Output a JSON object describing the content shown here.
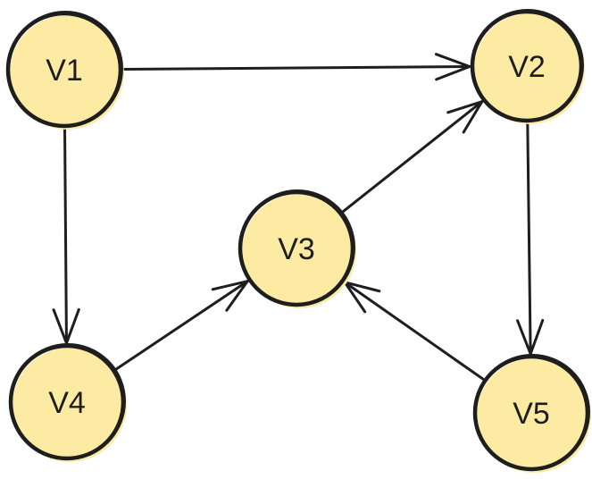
{
  "diagram": {
    "type": "directed-graph",
    "colors": {
      "node_fill": "#fdeaa3",
      "stroke": "#1e1e1e",
      "background": "#ffffff"
    },
    "nodes": [
      {
        "id": "V1",
        "label": "V1"
      },
      {
        "id": "V2",
        "label": "V2"
      },
      {
        "id": "V3",
        "label": "V3"
      },
      {
        "id": "V4",
        "label": "V4"
      },
      {
        "id": "V5",
        "label": "V5"
      }
    ],
    "edges": [
      {
        "from": "V1",
        "to": "V2"
      },
      {
        "from": "V1",
        "to": "V4"
      },
      {
        "from": "V3",
        "to": "V2"
      },
      {
        "from": "V4",
        "to": "V3"
      },
      {
        "from": "V2",
        "to": "V5"
      },
      {
        "from": "V5",
        "to": "V3"
      }
    ]
  }
}
